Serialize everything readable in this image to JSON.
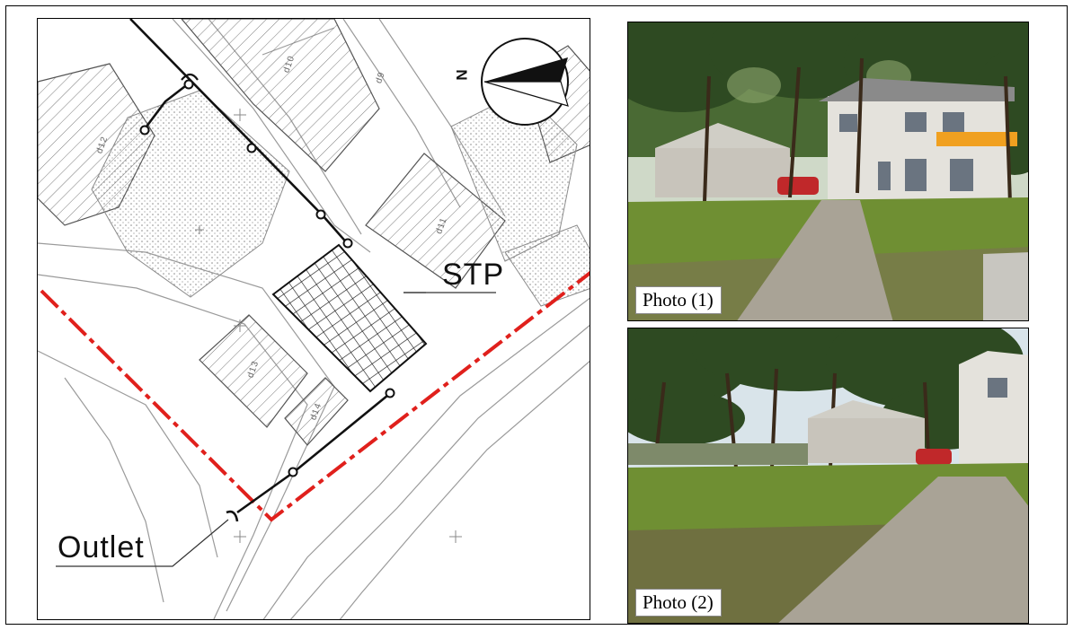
{
  "map": {
    "stp_label": "STP",
    "outlet_label": "Outlet",
    "north_letter": "N",
    "block_labels": [
      "d10",
      "d12",
      "d11",
      "d13",
      "d14",
      "d9"
    ],
    "colors": {
      "pipe": "#111111",
      "boundary": "#e0201c",
      "stp_hatch": "#111111",
      "linework": "#9a9a9a"
    }
  },
  "photos": [
    {
      "caption": "Photo (1)"
    },
    {
      "caption": "Photo (2)"
    }
  ],
  "colors": {
    "sky": "#d9e4ea",
    "foliage": "#2e4a22",
    "grass": "#6f8f33",
    "path": "#a9a396",
    "building": "#e4e2dc",
    "sign": "#f0a020"
  }
}
